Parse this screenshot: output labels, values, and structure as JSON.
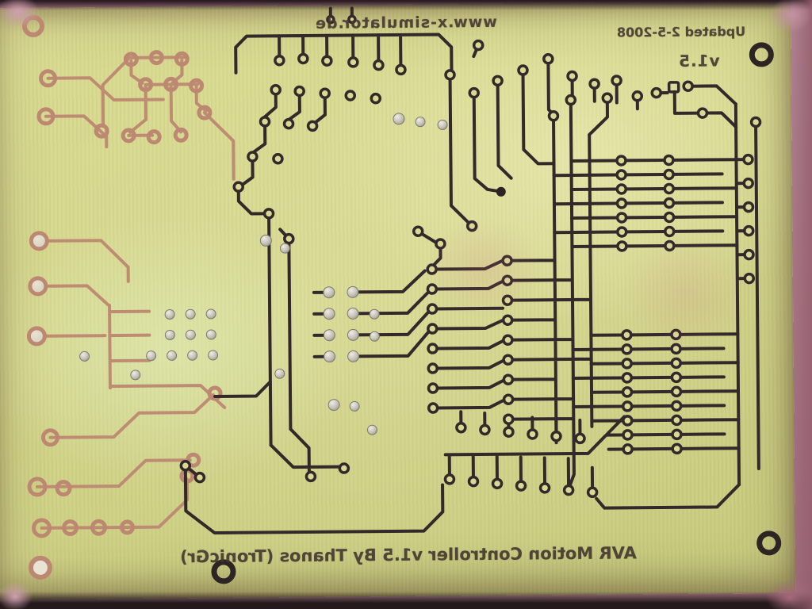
{
  "scene": {
    "type": "photograph",
    "subject": "Etched single-sided PCB photographed from the copper side; lettering appears mirrored"
  },
  "labels": {
    "website": "www.x-simulator.de",
    "updated": "Updated 2-5-2008",
    "version": "v1.5",
    "title": "AVR Motion Controller v1.5 By Thanos (TronicGr)"
  },
  "colors": {
    "background_surface": "#b3808f",
    "board": "#d6d68c",
    "trace_dark": "#33282a",
    "trace_copper": "#c08a72",
    "solder": "#c9c5bc",
    "pad_fill": "#dbd896"
  }
}
